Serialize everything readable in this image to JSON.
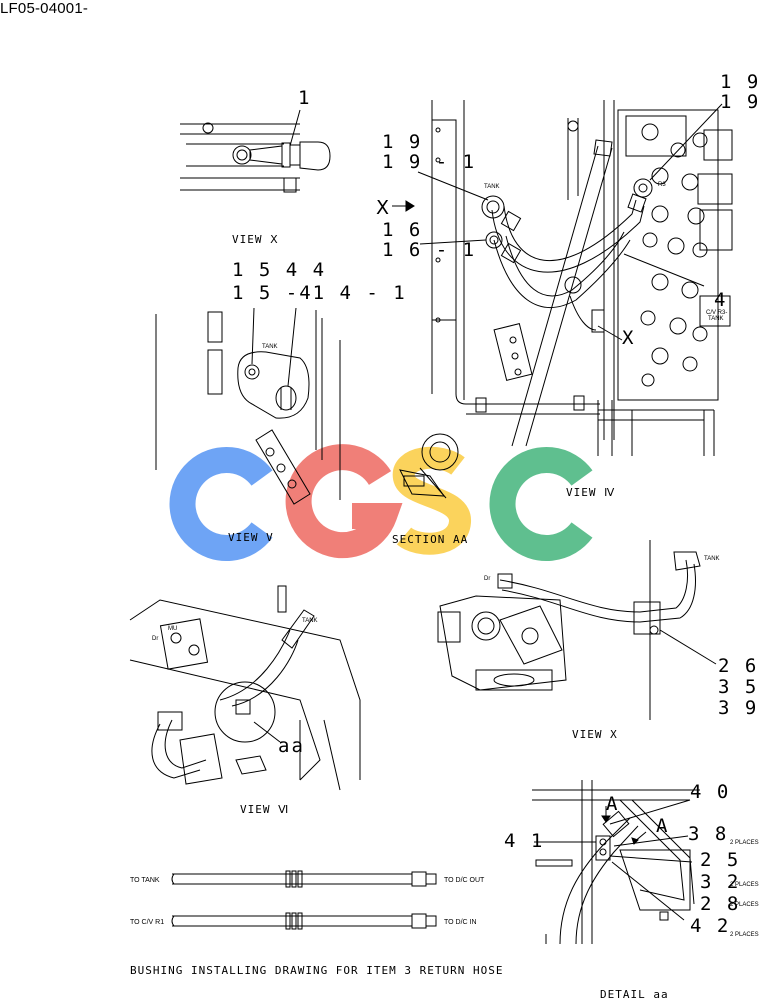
{
  "header": {
    "code": "LF05-04001-"
  },
  "views": {
    "view_ix": "VIEW Ⅹ",
    "view_v": "VIEW V",
    "view_iv": "VIEW Ⅳ",
    "view_vi": "VIEW Ⅵ",
    "view_x": "VIEW X",
    "section_aa": "SECTION AA",
    "detail_aa": "DETAIL aa"
  },
  "callouts": {
    "c1": "1",
    "c19_top_a": "1 9",
    "c19_top_b": "1 9",
    "c19_left": "1 9",
    "c19_1": "1 9 - 1",
    "c16": "1 6",
    "c16_1": "1 6 - 1",
    "c4": "4",
    "x_mark": "X",
    "ix_mark": "Ⅹ",
    "c15_44": "1 5   4 4",
    "c15_4_14_1": "1 5 -41 4 - 1",
    "c26": "2 6",
    "c35": "3 5",
    "c39": "3 9",
    "c40": "4 0",
    "c41": "4 1",
    "c38": "3 8",
    "c25": "2 5",
    "c32": "3 2",
    "c28": "2 8",
    "c42": "4 2",
    "aa_mark": "aa",
    "a_mark_1": "A",
    "a_mark_2": "A"
  },
  "small_text": {
    "tank": "TANK",
    "r3": "R3",
    "cv_r3_tank": "C/V R3-",
    "tank2": "TANK",
    "dr": "Dr",
    "mu": "MU",
    "two_places": "2 PLACES"
  },
  "hoses": {
    "to_tank": "TO TANK",
    "to_dc_out": "TO D/C OUT",
    "to_cv_r1": "TO C/V R1",
    "to_dc_in": "TO D/C IN",
    "caption": "BUSHING INSTALLING DRAWING FOR ITEM 3 RETURN HOSE"
  },
  "watermark": {
    "letters": [
      "C",
      "G",
      "S",
      "C"
    ],
    "colors": [
      "#6ea4f5",
      "#f07f78",
      "#fbd35c",
      "#5fbf8f"
    ]
  }
}
